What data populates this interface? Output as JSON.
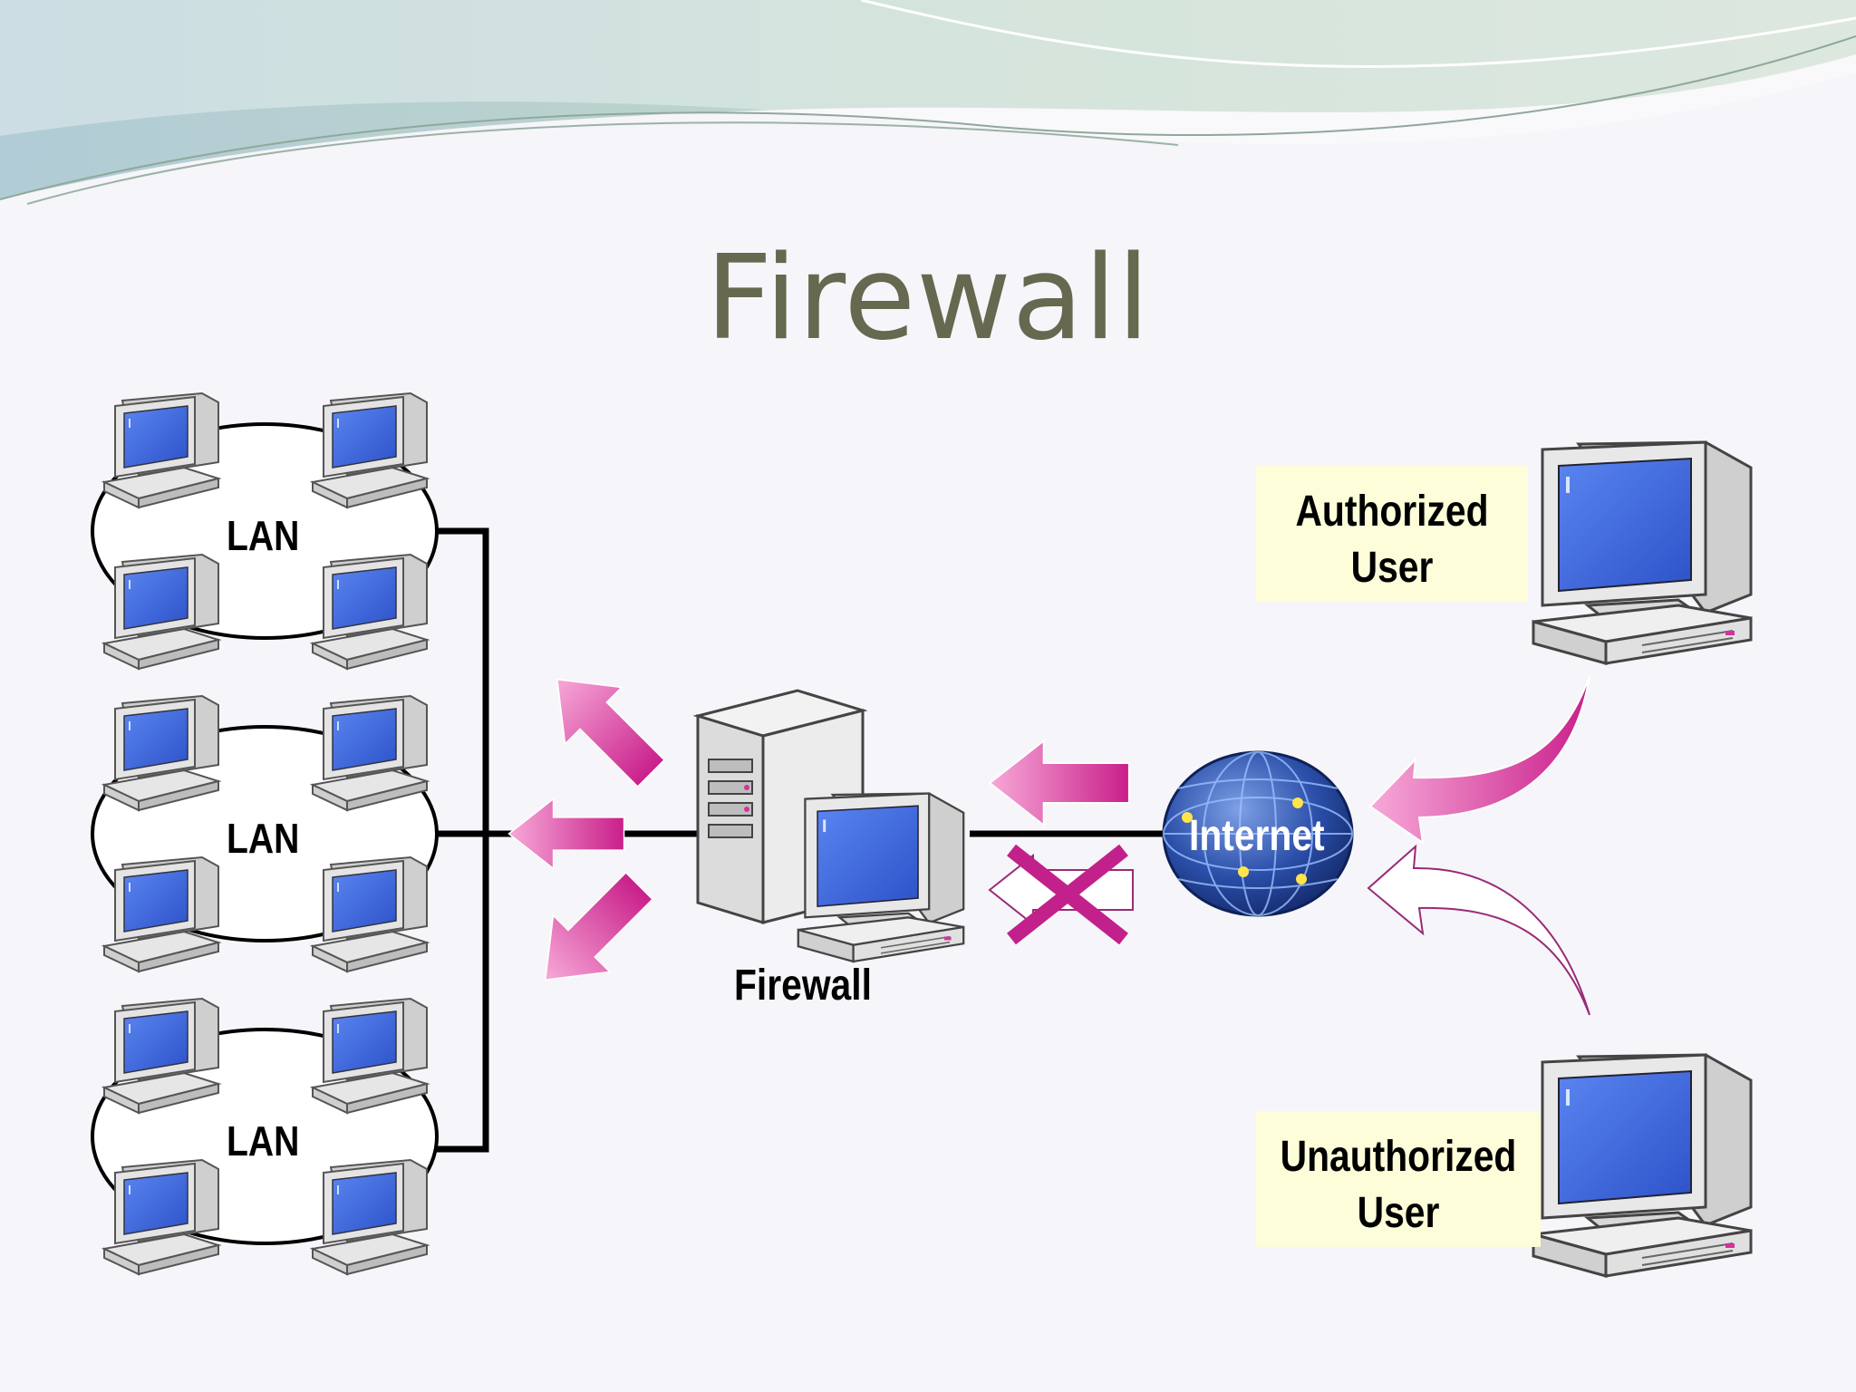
{
  "title": "Firewall",
  "lans": [
    {
      "label": "LAN"
    },
    {
      "label": "LAN"
    },
    {
      "label": "LAN"
    }
  ],
  "firewall": {
    "label": "Firewall"
  },
  "internet": {
    "label": "Internet"
  },
  "users": {
    "authorized": {
      "line1": "Authorized",
      "line2": "User"
    },
    "unauthorized": {
      "line1": "Unauthorized",
      "line2": "User"
    }
  },
  "colors": {
    "title": "#66684f",
    "arrow": "#d6319b",
    "screen": "#3e66d8",
    "note_bg": "#fdfdd9",
    "globe": "#1f3f8a"
  },
  "icons": [
    "workstation-icon",
    "server-tower-icon",
    "globe-icon",
    "arrow-icon",
    "blocked-x-icon"
  ]
}
